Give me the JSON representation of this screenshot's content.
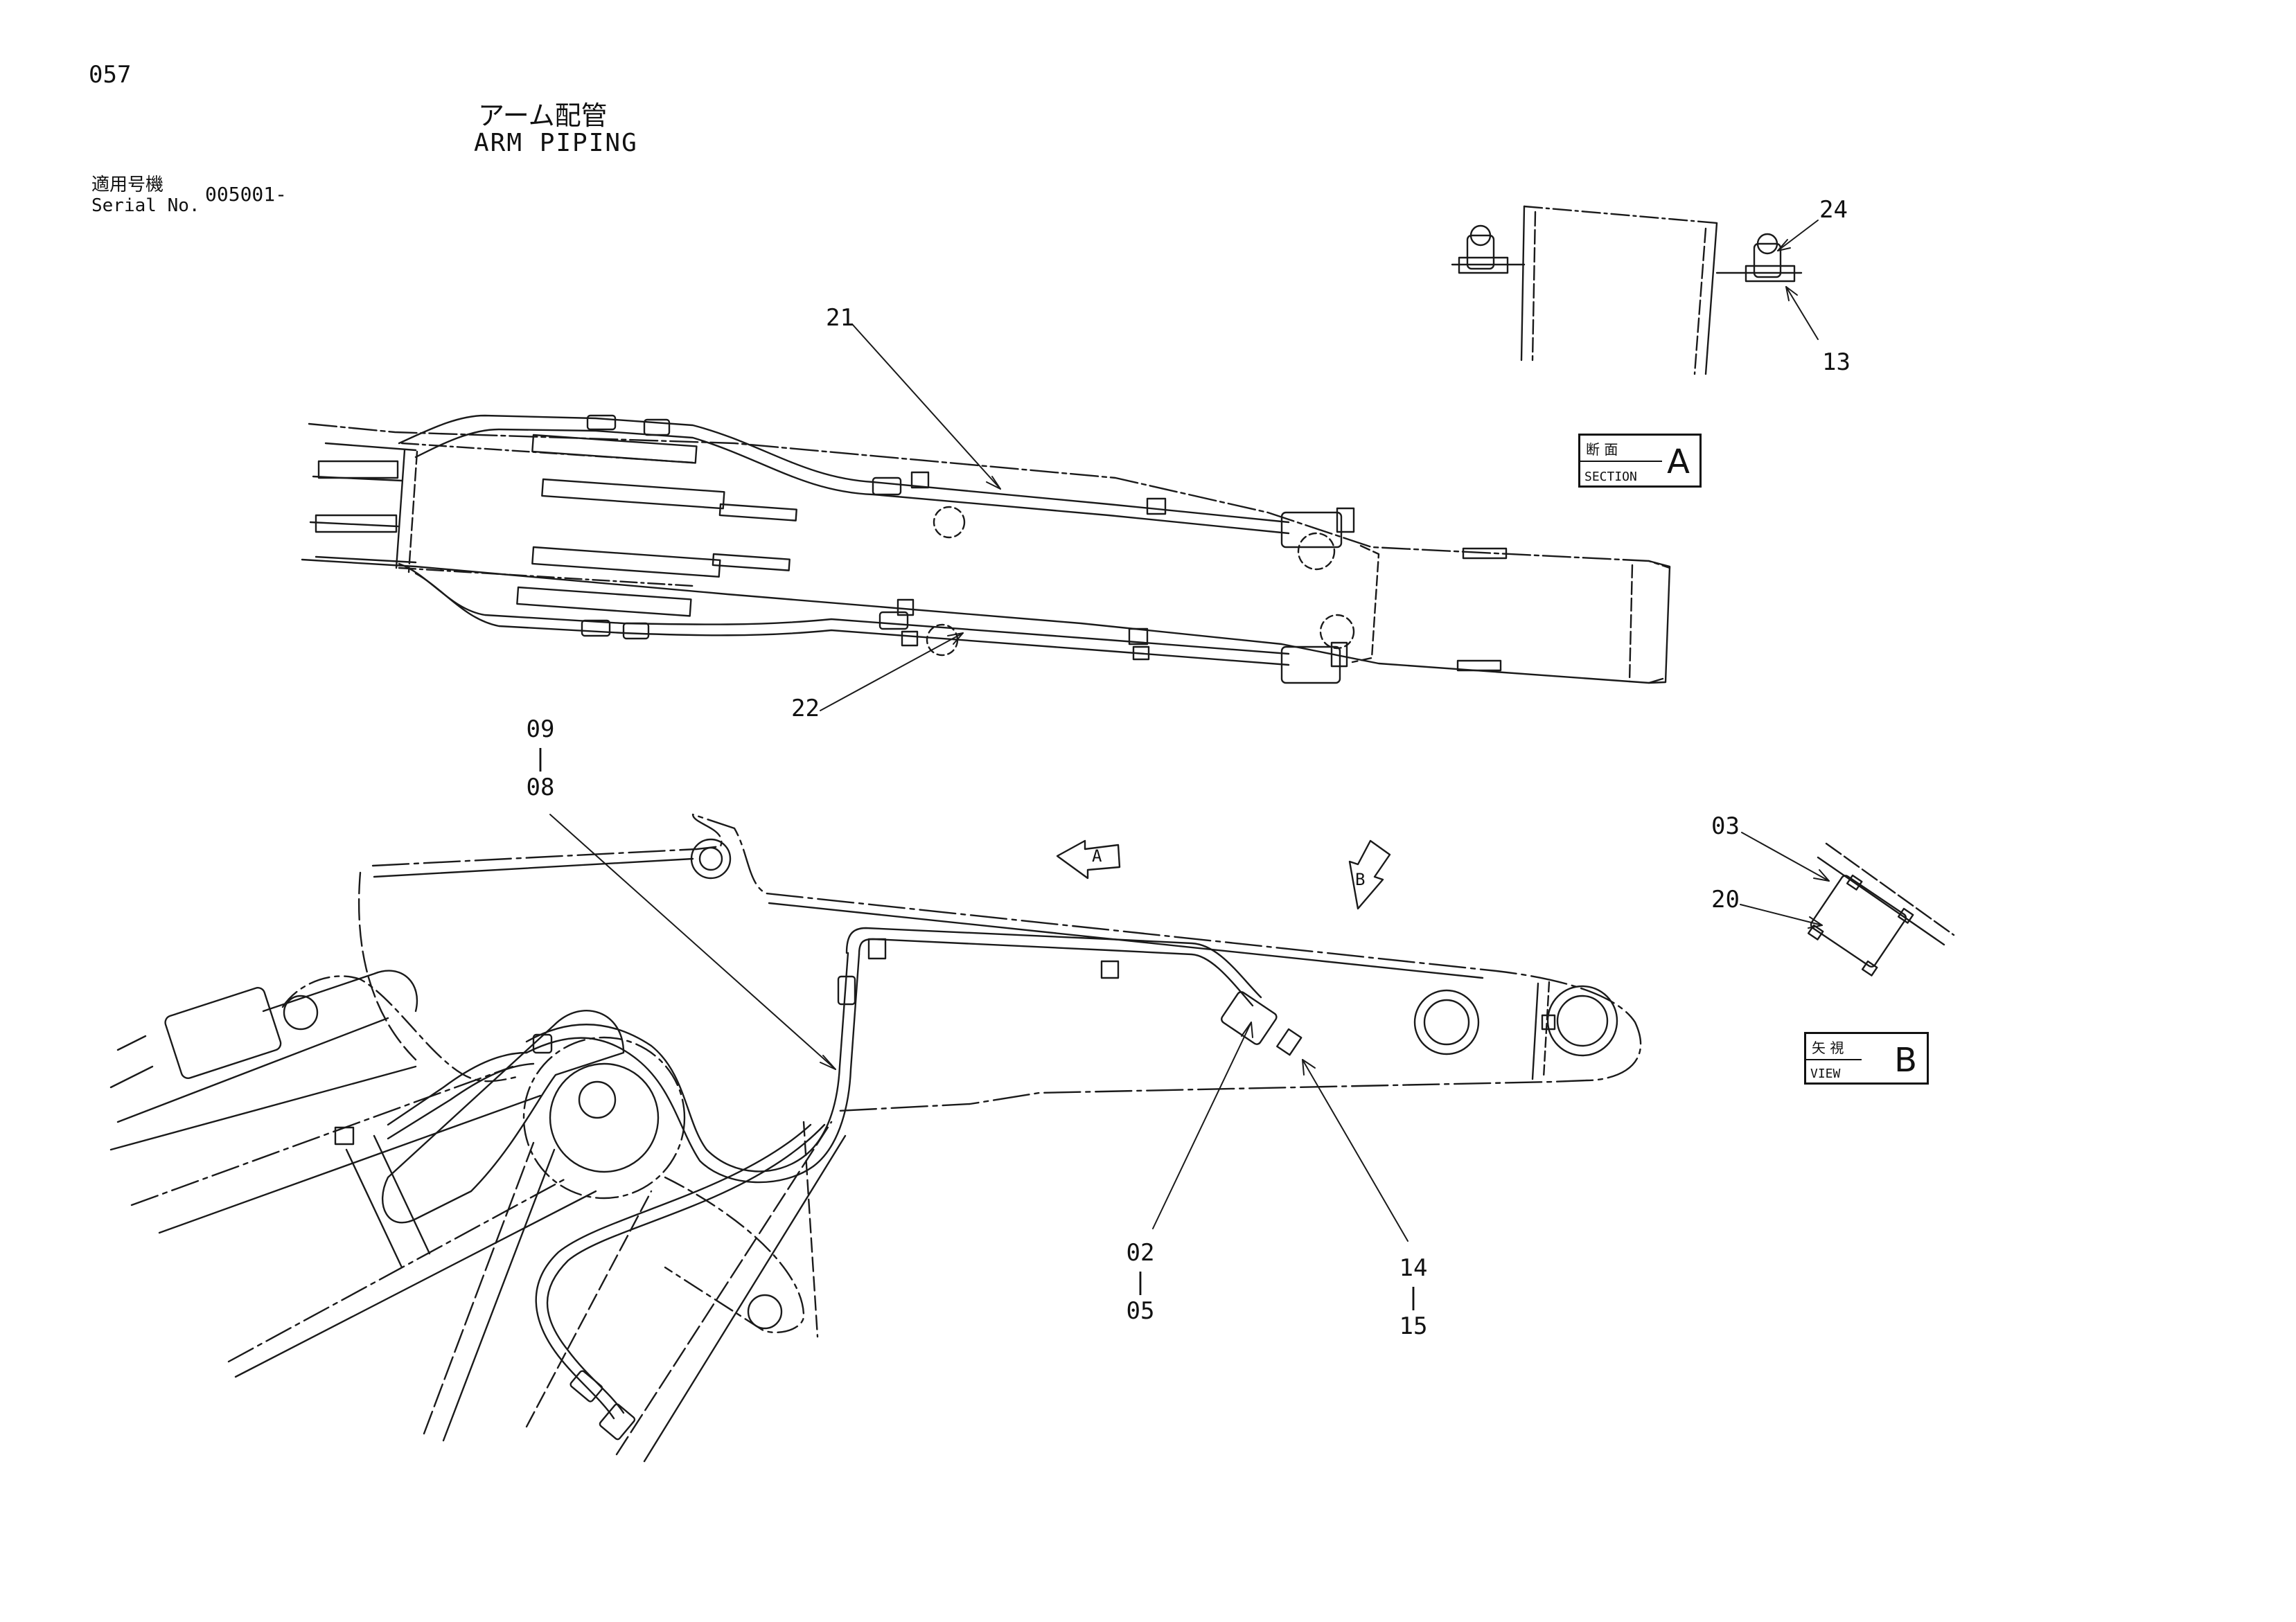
{
  "header": {
    "page_number": "057",
    "title_jp": "アーム配管",
    "title_en": "ARM PIPING",
    "serial_label_jp": "適用号機",
    "serial_label_en": "Serial No.",
    "serial_value": "005001-"
  },
  "callouts": {
    "c21": "21",
    "c22": "22",
    "c24": "24",
    "c13": "13",
    "c09_08": [
      "09",
      "|",
      "08"
    ],
    "c02_05": [
      "02",
      "|",
      "05"
    ],
    "c14_15": [
      "14",
      "|",
      "15"
    ],
    "c03": "03",
    "c20": "20"
  },
  "view_markers": {
    "a": "A",
    "b": "B"
  },
  "section_tag": {
    "jp": "断 面",
    "en": "SECTION",
    "letter": "A"
  },
  "view_tag": {
    "jp": "矢 視",
    "en": "VIEW",
    "letter": "B"
  }
}
